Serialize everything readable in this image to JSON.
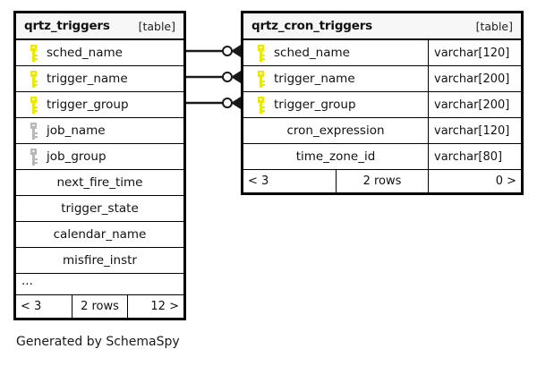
{
  "caption": "Generated by SchemaSpy",
  "colors": {
    "primary_key": "#e8e80b",
    "foreign_key": "#b8b8b8",
    "border": "#000000",
    "header_background": "#f7f7f7",
    "background": "#ffffff",
    "text": "#111111"
  },
  "tables": [
    {
      "name": "qrtz_triggers",
      "tag": "[table]",
      "columns": [
        {
          "name": "sched_name",
          "key": "primary-key-icon",
          "type": ""
        },
        {
          "name": "trigger_name",
          "key": "primary-key-icon",
          "type": ""
        },
        {
          "name": "trigger_group",
          "key": "primary-key-icon",
          "type": ""
        },
        {
          "name": "job_name",
          "key": "foreign-key-icon",
          "type": ""
        },
        {
          "name": "job_group",
          "key": "foreign-key-icon",
          "type": ""
        },
        {
          "name": "next_fire_time",
          "key": "none",
          "type": ""
        },
        {
          "name": "trigger_state",
          "key": "none",
          "type": ""
        },
        {
          "name": "calendar_name",
          "key": "none",
          "type": ""
        },
        {
          "name": "misfire_instr",
          "key": "none",
          "type": ""
        }
      ],
      "truncation_indicator": "...",
      "footer": {
        "left": "< 3",
        "middle": "2 rows",
        "right": "12 >"
      }
    },
    {
      "name": "qrtz_cron_triggers",
      "tag": "[table]",
      "columns": [
        {
          "name": "sched_name",
          "key": "primary-key-icon",
          "type": "varchar[120]"
        },
        {
          "name": "trigger_name",
          "key": "primary-key-icon",
          "type": "varchar[200]"
        },
        {
          "name": "trigger_group",
          "key": "primary-key-icon",
          "type": "varchar[200]"
        },
        {
          "name": "cron_expression",
          "key": "none",
          "type": "varchar[120]"
        },
        {
          "name": "time_zone_id",
          "key": "none",
          "type": "varchar[80]"
        }
      ],
      "truncation_indicator": "",
      "footer": {
        "left": "< 3",
        "middle": "2 rows",
        "right": "0 >"
      }
    }
  ],
  "relationships": [
    {
      "from_table": "qrtz_triggers",
      "from_column": "sched_name",
      "to_table": "qrtz_cron_triggers",
      "to_column": "sched_name",
      "from_marker": "zero-or-one-circle",
      "to_marker": "crows-foot-many"
    },
    {
      "from_table": "qrtz_triggers",
      "from_column": "trigger_name",
      "to_table": "qrtz_cron_triggers",
      "to_column": "trigger_name",
      "from_marker": "zero-or-one-circle",
      "to_marker": "crows-foot-many"
    },
    {
      "from_table": "qrtz_triggers",
      "from_column": "trigger_group",
      "to_table": "qrtz_cron_triggers",
      "to_column": "trigger_group",
      "from_marker": "zero-or-one-circle",
      "to_marker": "crows-foot-many"
    }
  ]
}
